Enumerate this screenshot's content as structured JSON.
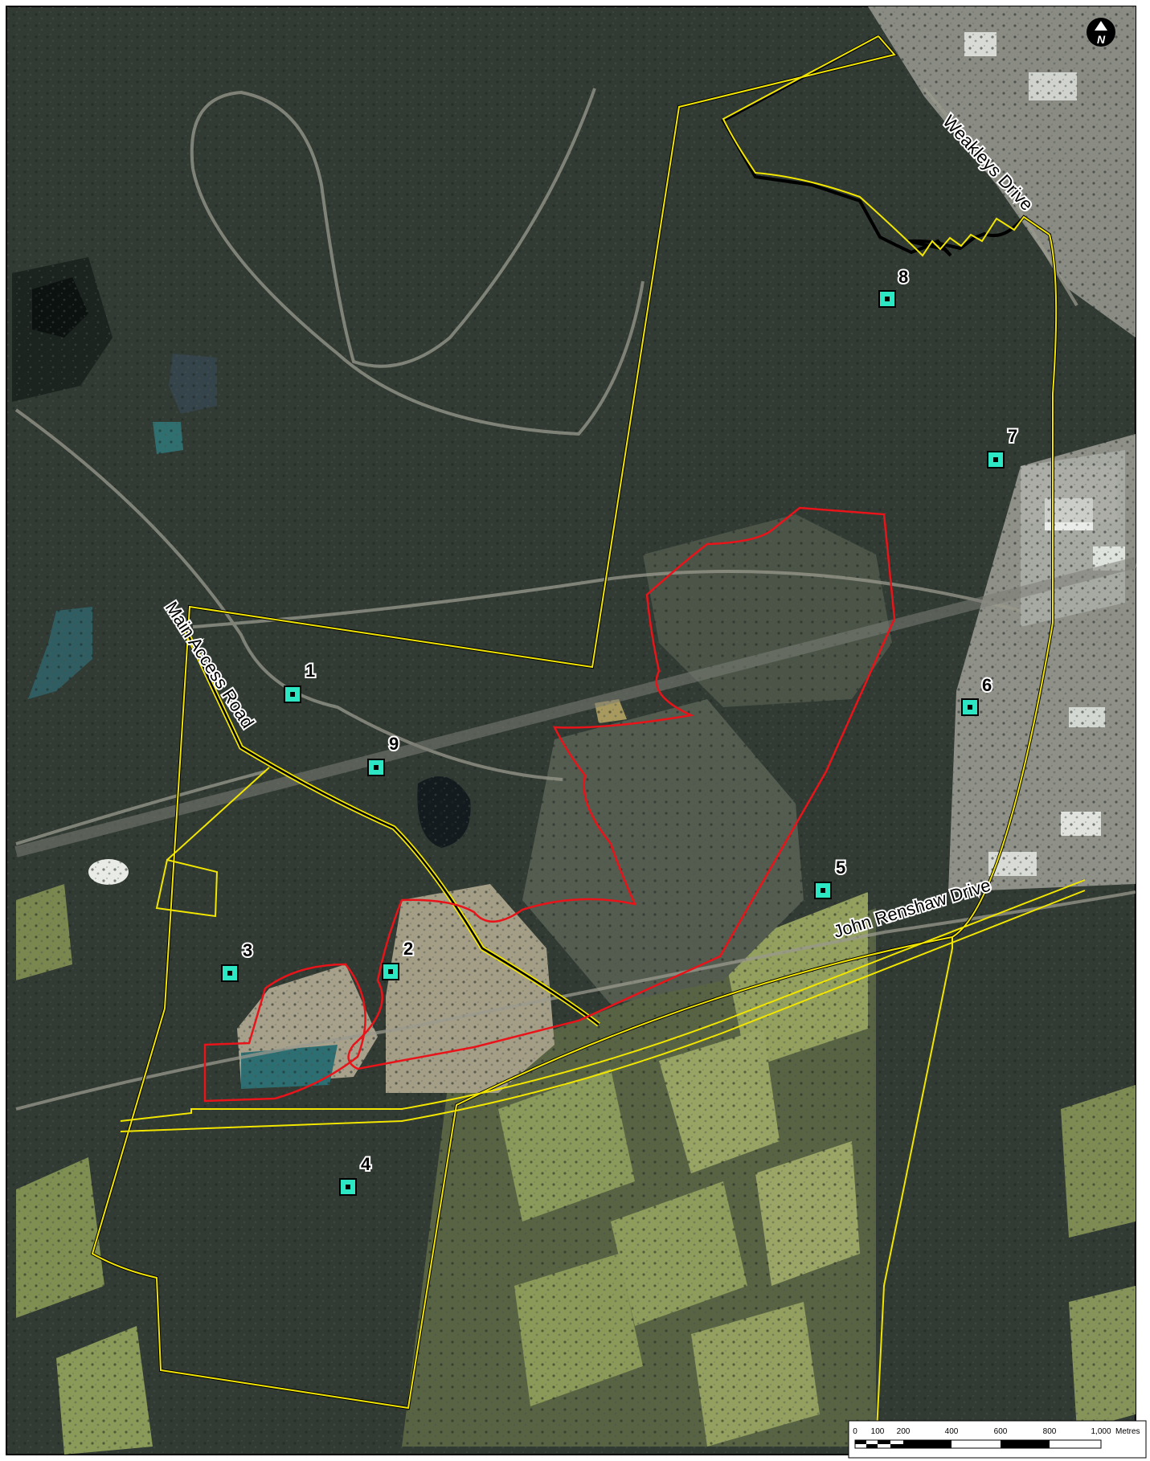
{
  "map": {
    "colors": {
      "site_boundary": "#f2e600",
      "disturbance_area": "#e8141a",
      "monitoring_marker": "#2de6c4",
      "forest": "#313a33",
      "cleared": "#9d9b83",
      "grass": "#8d9a58",
      "water": "#2c6a6e"
    },
    "north_arrow": {
      "letter": "N",
      "icon": "north-arrow-icon"
    },
    "roads": [
      {
        "name": "Weakleys Drive"
      },
      {
        "name": "Main Access Road"
      },
      {
        "name": "John Renshaw Drive"
      }
    ],
    "markers": [
      {
        "label": "1"
      },
      {
        "label": "2"
      },
      {
        "label": "3"
      },
      {
        "label": "4"
      },
      {
        "label": "5"
      },
      {
        "label": "6"
      },
      {
        "label": "7"
      },
      {
        "label": "8"
      },
      {
        "label": "9"
      }
    ],
    "scale_bar": {
      "ticks": [
        "0",
        "100",
        "200",
        "400",
        "600",
        "800",
        "1,000"
      ],
      "unit": "Metres"
    }
  }
}
